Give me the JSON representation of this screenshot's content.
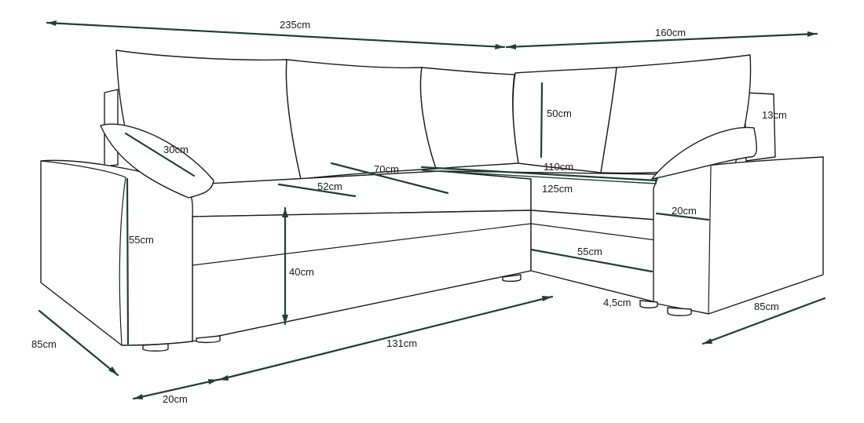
{
  "labels": {
    "total_width": "235cm",
    "corner_width": "160cm",
    "cushion_height": "50cm",
    "armrest_top": "13cm",
    "pillow": "30cm",
    "back_depth": "70cm",
    "bed_width_top": "110cm",
    "seat_depth": "52cm",
    "bed_width": "125cm",
    "arm_width": "20cm",
    "arm_height": "55cm",
    "seat_height": "40cm",
    "chaise_depth": "55cm",
    "leg_height": "4,5cm",
    "left_depth": "85cm",
    "right_depth": "85cm",
    "bottom_length": "131cm",
    "left_arm_width": "20cm"
  }
}
